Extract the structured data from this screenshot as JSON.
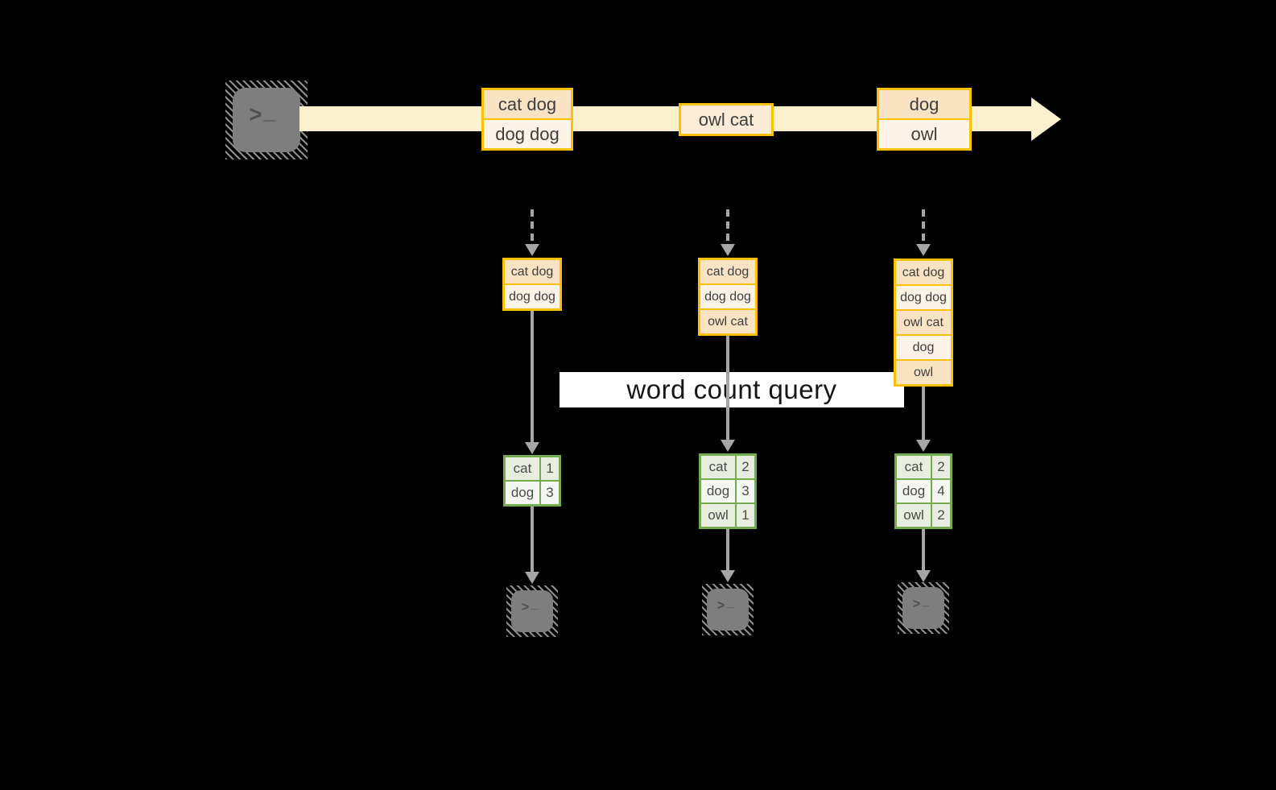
{
  "diagram": {
    "query_label": "word count query",
    "source_icon": "terminal",
    "sink_icon": "terminal",
    "prompt_chevron": ">",
    "prompt_underscore": "_",
    "stream": {
      "batches": [
        {
          "events": [
            "cat dog",
            "dog dog"
          ]
        },
        {
          "events": [
            "owl cat"
          ]
        },
        {
          "events": [
            "dog",
            "owl"
          ]
        }
      ]
    },
    "columns": [
      {
        "state": [
          "cat dog",
          "dog dog"
        ],
        "counts": [
          {
            "word": "cat",
            "value": "1"
          },
          {
            "word": "dog",
            "value": "3"
          }
        ]
      },
      {
        "state": [
          "cat dog",
          "dog dog",
          "owl cat"
        ],
        "counts": [
          {
            "word": "cat",
            "value": "2"
          },
          {
            "word": "dog",
            "value": "3"
          },
          {
            "word": "owl",
            "value": "1"
          }
        ]
      },
      {
        "state": [
          "cat dog",
          "dog dog",
          "owl cat",
          "dog",
          "owl"
        ],
        "counts": [
          {
            "word": "cat",
            "value": "2"
          },
          {
            "word": "dog",
            "value": "4"
          },
          {
            "word": "owl",
            "value": "2"
          }
        ]
      }
    ]
  },
  "colors": {
    "background": "#000000",
    "stream_fill": "#FBF1CE",
    "event_border": "#FFC000",
    "event_fill_dark": "#FAE3C3",
    "event_fill_light": "#FDF3E6",
    "event_fill_mid": "#FCEBD6",
    "table_border": "#74AB4D",
    "table_fill_sage": "#E7EEDF",
    "table_fill_white": "#F4F7F1",
    "arrow_gray": "#A6A6A6",
    "terminal_gray": "#7E7E7E",
    "query_band_bg": "#FFFFFF"
  }
}
